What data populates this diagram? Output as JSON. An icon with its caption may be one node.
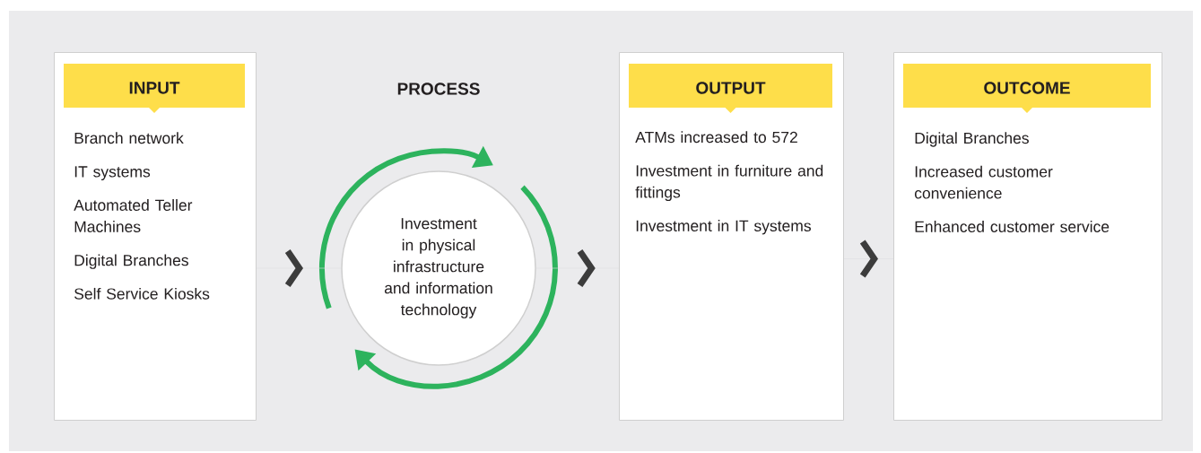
{
  "diagram": {
    "nodes": [
      {
        "text": [
          "INPUT",
          "Branch network",
          "IT systems",
          "Automated Teller Machines",
          "Digital Branches",
          "Self Service Kiosks"
        ]
      },
      {
        "text": [
          "PROCESS",
          "Investment in physical infrastructure and information technology"
        ]
      },
      {
        "text": [
          "OUTPUT",
          "ATMs increased to 572",
          "Investment in furniture and fittings",
          "Investment in IT systems"
        ]
      },
      {
        "text": [
          "OUTCOME",
          "Digital Branches",
          "Increased customer convenience",
          "Enhanced customer service"
        ]
      }
    ],
    "edges": [
      {
        "from": 0,
        "to": 1,
        "arrow": "to"
      },
      {
        "from": 1,
        "to": 2,
        "arrow": "to"
      },
      {
        "from": 2,
        "to": 3,
        "arrow": "to"
      }
    ]
  }
}
